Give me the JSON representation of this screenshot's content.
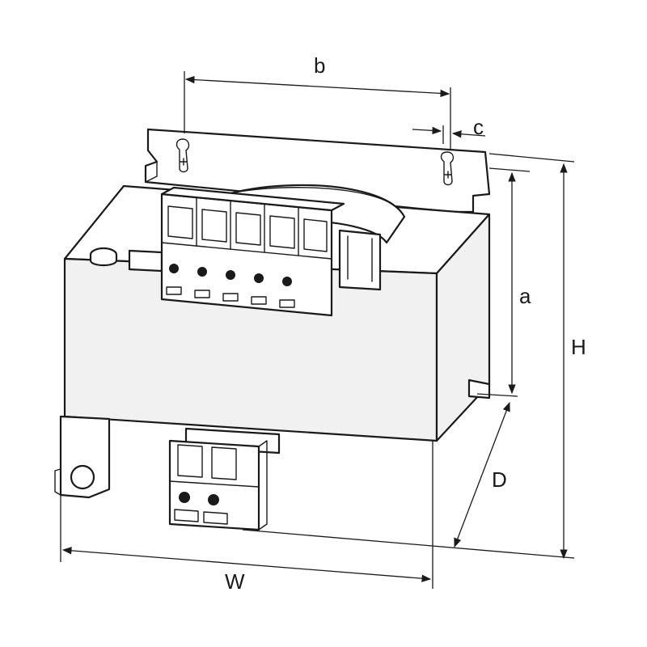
{
  "diagram": {
    "dimension_labels": {
      "b": "b",
      "c": "c",
      "a": "a",
      "H": "H",
      "D": "D",
      "W": "W"
    },
    "colors": {
      "line": "#1a1a1a",
      "background": "#ffffff",
      "face": "#f1f1f1"
    }
  }
}
